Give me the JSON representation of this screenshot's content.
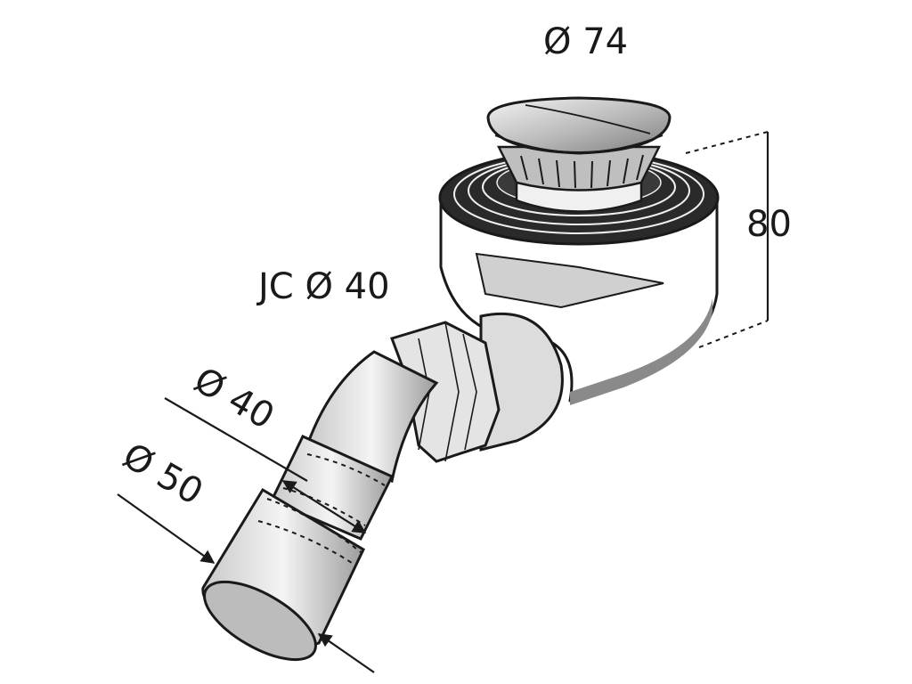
{
  "labels": {
    "cap_diameter": "Ø 74",
    "height": "80",
    "outlet_diameter": "JC Ø 40",
    "inner_pipe_diameter": "Ø 40",
    "outer_pipe_diameter": "Ø 50"
  },
  "colors": {
    "ink": "#1a1a1a",
    "shade": "#9a9a9a",
    "light_shade": "#d6d6d6",
    "background": "#ffffff"
  }
}
